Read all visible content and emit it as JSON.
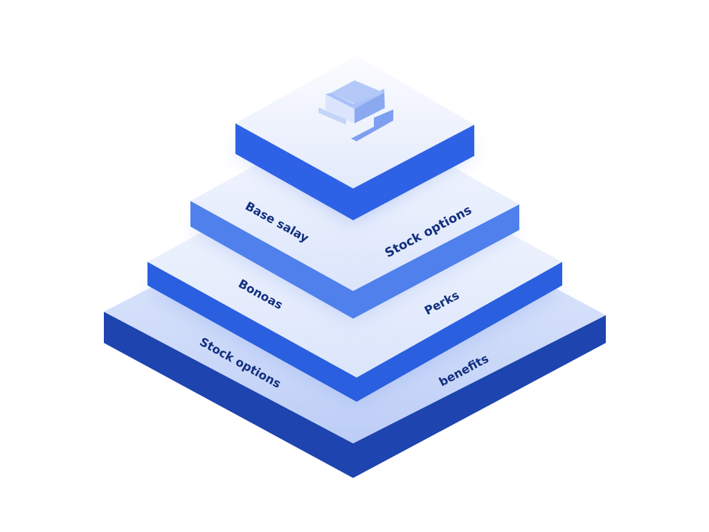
{
  "diagram": {
    "type": "isometric-pyramid",
    "colors": {
      "background": "#ffffff",
      "top_surface": "#eef3fd",
      "tier2_side": "#4f80ec",
      "tier3_side": "#2a5fe0",
      "tier4_side": "#1e44b0",
      "cap_side": "#2e62e6",
      "label_text": "#14307f",
      "icon_fill": "#8fb0f3"
    },
    "cap": {
      "icon": "stacked-blocks-icon"
    },
    "tiers": [
      {
        "level": 2,
        "left_label": "Base salay",
        "right_label": "Stock options"
      },
      {
        "level": 3,
        "left_label": "Bonoas",
        "right_label": "Perks"
      },
      {
        "level": 4,
        "left_label": "Stock options",
        "right_label": "benefits"
      }
    ]
  }
}
